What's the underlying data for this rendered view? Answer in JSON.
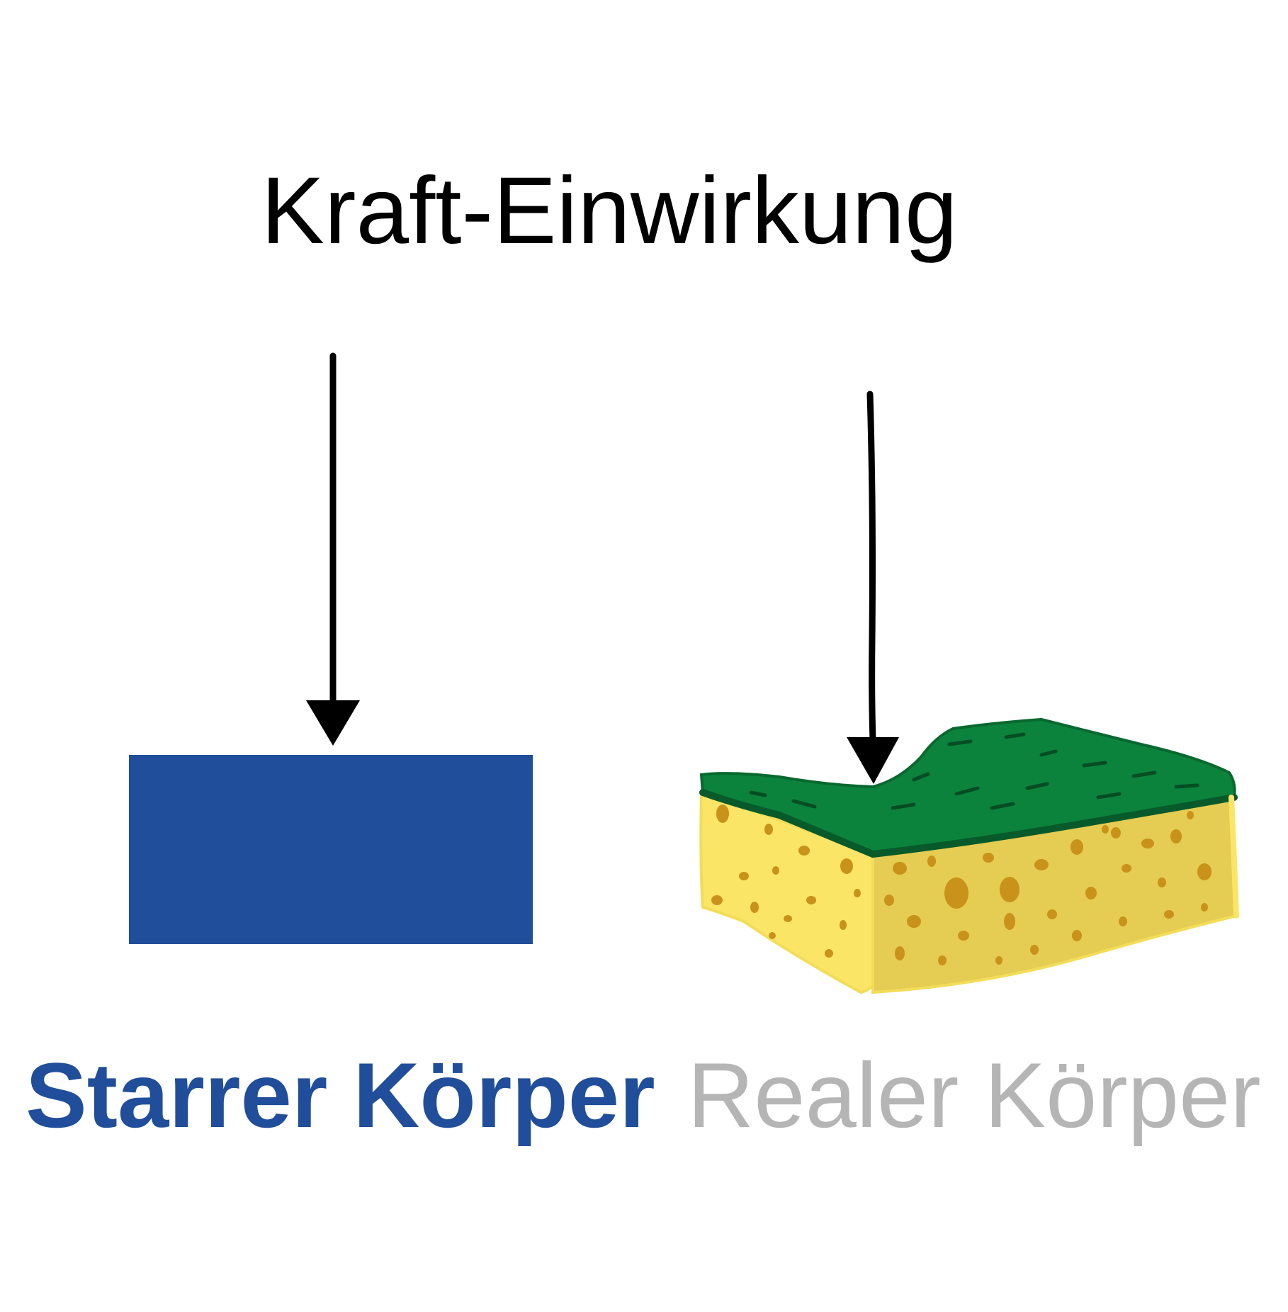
{
  "diagram": {
    "title": "Kraft-Einwirkung",
    "rigid_body": {
      "label": "Starrer Körper",
      "label_color": "#214e9a",
      "fill_color": "#214e9a"
    },
    "real_body": {
      "label": "Realer Körper",
      "label_color": "#b5b5b5",
      "top_color": "#0b833c",
      "sponge_color": "#fbe566",
      "sponge_shade_color": "#e5cc52",
      "pore_color": "#c9921a"
    },
    "arrow_color": "#000000"
  }
}
